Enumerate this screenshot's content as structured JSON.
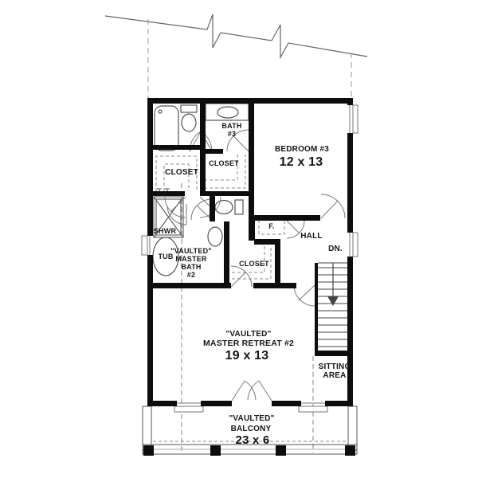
{
  "plan": {
    "type": "floor-plan",
    "labels": {
      "bath3": "BATH\n#3",
      "bedroom3": "BEDROOM #3",
      "bedroom3_dim": "12 x 13",
      "closet_left": "CLOSET",
      "closet_mid": "CLOSET",
      "closet_master": "CLOSET",
      "shower": "SHWR",
      "tub": "TUB",
      "master_bath": "\"VAULTED\"\nMASTER\nBATH\n#2",
      "furnace": "F.",
      "hall": "HALL",
      "down": "DN.",
      "retreat_vaulted": "\"VAULTED\"",
      "retreat_name": "MASTER RETREAT #2",
      "retreat_dim": "19 x 13",
      "sitting_area": "SITTING\nAREA",
      "balcony_vaulted": "\"VAULTED\"",
      "balcony_name": "BALCONY",
      "balcony_dim": "23 x 6"
    },
    "colors": {
      "wall": "#0d0d0d",
      "fixture_line": "#555555",
      "door_line": "#777777",
      "dashed_line": "#999999",
      "background": "#ffffff"
    }
  }
}
